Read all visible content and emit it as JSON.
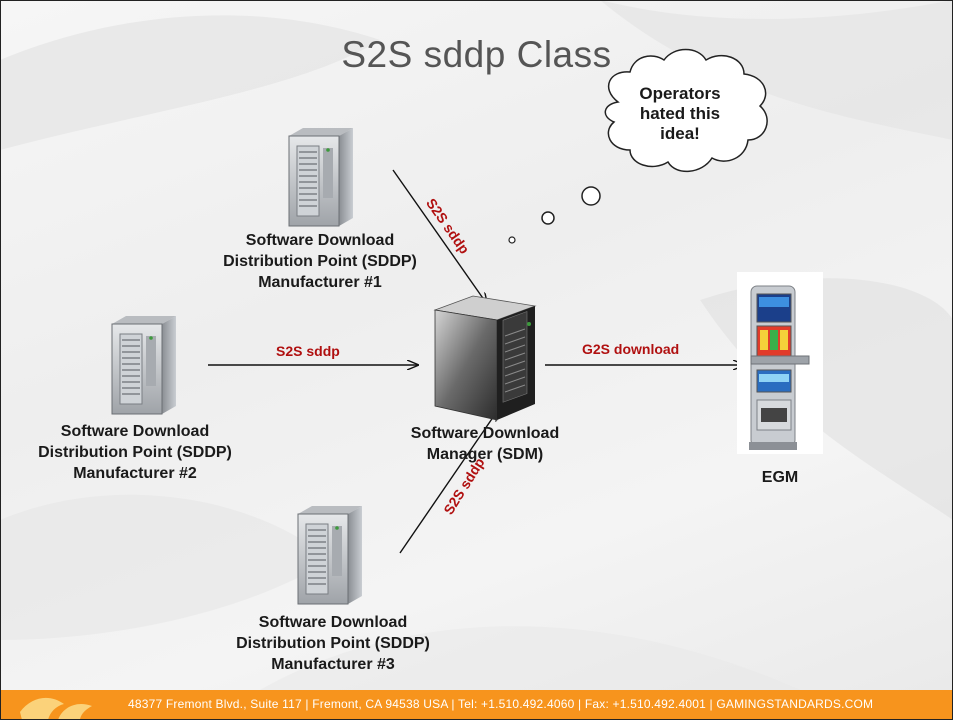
{
  "slide": {
    "title": "S2S sddp Class"
  },
  "nodes": {
    "sddp1": [
      "Software Download",
      "Distribution Point (SDDP)",
      "Manufacturer #1"
    ],
    "sddp2": [
      "Software Download",
      "Distribution Point (SDDP)",
      "Manufacturer #2"
    ],
    "sddp3": [
      "Software Download",
      "Distribution Point (SDDP)",
      "Manufacturer #3"
    ],
    "sdm": [
      "Software Download",
      "Manager (SDM)"
    ],
    "egm": "EGM"
  },
  "arrows": {
    "sddp1_to_sdm": "S2S sddp",
    "sddp2_to_sdm": "S2S sddp",
    "sddp3_to_sdm": "S2S sddp",
    "sdm_to_egm": "G2S download"
  },
  "thought_bubble": {
    "lines": [
      "Operators",
      "hated this",
      "idea!"
    ]
  },
  "colors": {
    "footer": "#f7941d",
    "arrow_label": "#b01010",
    "title": "#555555"
  },
  "footer": {
    "text": "48377 Fremont Blvd., Suite 117  |  Fremont, CA 94538  USA  |  Tel: +1.510.492.4060  |  Fax: +1.510.492.4001  |  GAMINGSTANDARDS.COM"
  }
}
